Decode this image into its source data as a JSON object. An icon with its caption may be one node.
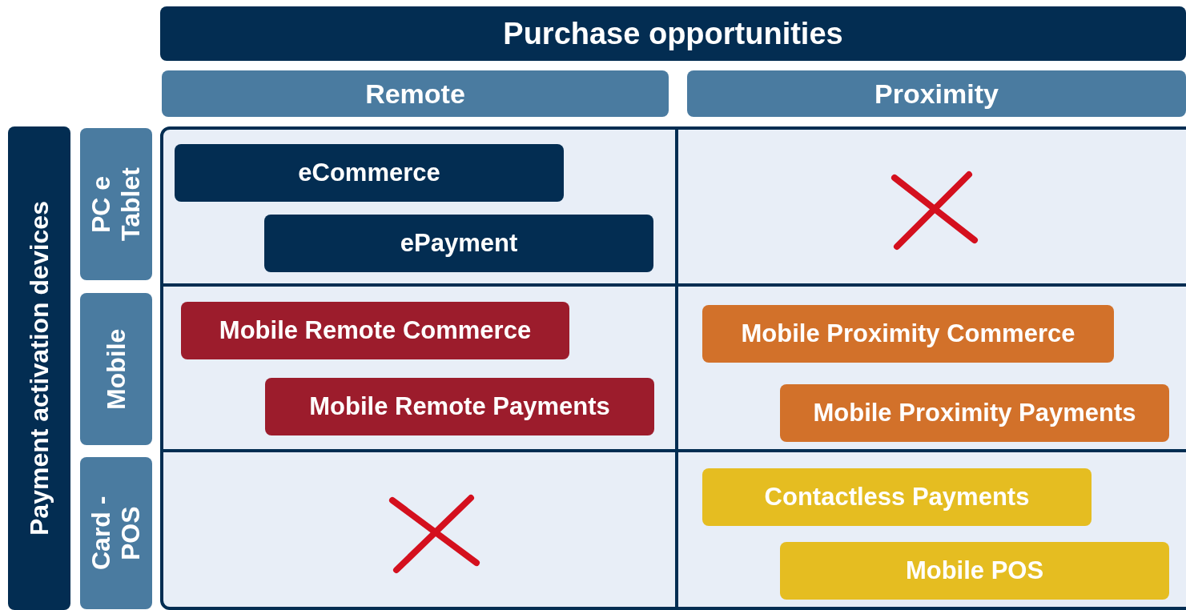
{
  "diagram": {
    "nodes": [
      {
        "text": [
          "Purchase opportunities"
        ]
      },
      {
        "text": [
          "Remote"
        ]
      },
      {
        "text": [
          "Proximity"
        ]
      },
      {
        "text": [
          "Payment activation devices"
        ]
      },
      {
        "text": [
          "PC e Tablet"
        ]
      },
      {
        "text": [
          "Mobile"
        ]
      },
      {
        "text": [
          "Card - POS"
        ]
      },
      {
        "text": [
          "eCommerce"
        ]
      },
      {
        "text": [
          "ePayment"
        ]
      },
      {
        "text": [
          "Mobile Remote Commerce"
        ]
      },
      {
        "text": [
          "Mobile Remote Payments"
        ]
      },
      {
        "text": [
          "Mobile Proximity Commerce"
        ]
      },
      {
        "text": [
          "Mobile Proximity Payments"
        ]
      },
      {
        "text": [
          "Contactless Payments"
        ]
      },
      {
        "text": [
          "Mobile POS"
        ]
      }
    ]
  }
}
